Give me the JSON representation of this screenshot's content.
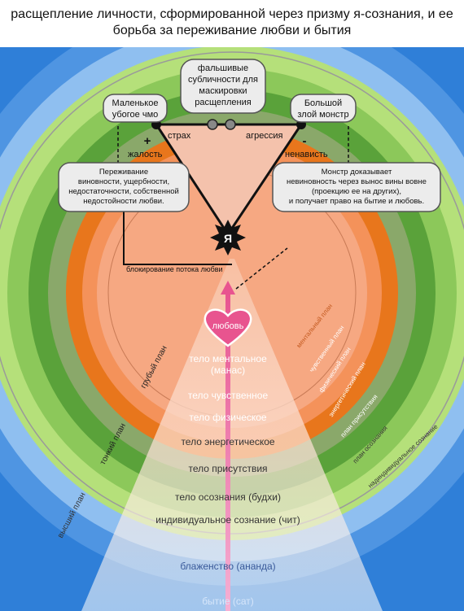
{
  "title": {
    "line1": "расщепление личности, сформированной через призму я-сознания, и ее",
    "line2": "борьба за переживание любви и бытия"
  },
  "rings": {
    "mental": "тело ментальное",
    "manas": "(манас)",
    "emotional": "тело чувственное",
    "physical": "тело физическое",
    "energetic": "тело энергетическое",
    "presence": "тело присутствия",
    "awareness": "тело осознания (будхи)",
    "individual": "индивидуальное сознание (чит)",
    "bliss": "блаженство (ананда)",
    "being": "бытие (сат)"
  },
  "planes_right": {
    "mental": "ментальный план",
    "emotional": "чувственный план",
    "physical": "физический план",
    "energetic": "энергетический план",
    "presence": "план присутствия",
    "awareness": "план осознания",
    "supra": "надиндивидуальное сознание"
  },
  "planes_left": {
    "gross": "грубый план",
    "subtle": "тонкий план",
    "higher": "высший план"
  },
  "labels": {
    "false_sub": [
      "фальшивые",
      "субличности для",
      "маскировки",
      "расщепления"
    ],
    "small": [
      "Маленькое",
      "убогое чмо"
    ],
    "big": [
      "Большой",
      "злой монстр"
    ],
    "fear": "страх",
    "aggression": "агрессия",
    "plus": "+",
    "minus": "-",
    "pity": "жалость",
    "hatred": "ненависть",
    "left_box": [
      "Переживание",
      "виновности, ущербности,",
      "недостаточности, собственной",
      "недостойности любви."
    ],
    "right_box": [
      "Монстр доказывает",
      "невиновность через вынос вины вовне",
      "(проекцию ее на других),",
      "и получает право на бытие и любовь."
    ],
    "ya": "Я",
    "blocking": "блокирование потока любви",
    "love": "любовь"
  },
  "colors": {
    "outer_blue": "#2f7fd8",
    "green_light": "#b9e07e",
    "green_dark": "#5aa23a",
    "orange": "#e8761c",
    "peach": "#f6a882",
    "heart": "#e8548f"
  }
}
